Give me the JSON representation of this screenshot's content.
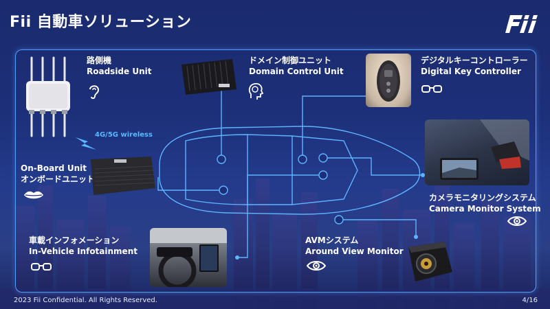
{
  "header": {
    "title": "Fii 自動車ソリューション",
    "logo_text": "Fii"
  },
  "components": {
    "roadside": {
      "jp": "路側機",
      "en": "Roadside Unit",
      "icon": "ear-icon"
    },
    "domain": {
      "jp": "ドメイン制御ユニット",
      "en": "Domain Control Unit",
      "icon": "brain-icon"
    },
    "digital_key": {
      "jp": "デジタルキーコントローラー",
      "en": "Digital Key Controller",
      "icon": "glasses-icon"
    },
    "obu": {
      "en": "On-Board Unit",
      "jp": "オンボードユニット",
      "icon": "lips-icon"
    },
    "cms": {
      "jp": "カメラモニタリングシステム",
      "en": "Camera Monitor System",
      "icon": "eye-icon"
    },
    "ivi": {
      "jp": "車載インフォメーション",
      "en": "In-Vehicle Infotainment",
      "icon": "glasses-icon"
    },
    "avm": {
      "jp": "AVMシステム",
      "en": "Around View Monitor",
      "icon": "eye-icon"
    }
  },
  "wireless_label": "4G/5G wireless",
  "footer": {
    "copyright": "2023 Fii Confidential. All Rights Reserved.",
    "page": "4/16"
  },
  "colors": {
    "accent": "#4ea0ff",
    "wireless": "#59b8ff",
    "background": "#1c2f78"
  }
}
